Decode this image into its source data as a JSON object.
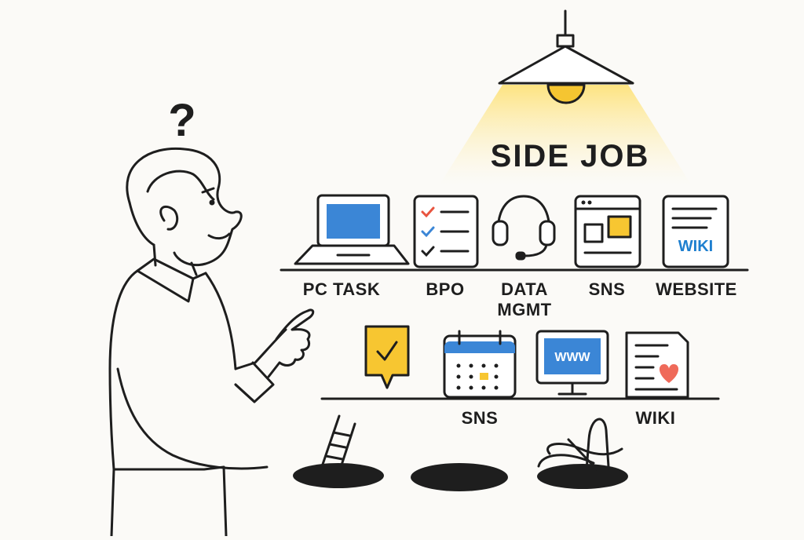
{
  "title": "SIDE JOB",
  "question_mark": "?",
  "top_shelf": {
    "items": [
      {
        "label": "PC TASK",
        "icon": "laptop-icon"
      },
      {
        "label": "BPO",
        "icon": "checklist-icon"
      },
      {
        "label_line1": "DATA",
        "label_line2": "MGMT",
        "icon": "headset-icon"
      },
      {
        "label": "SNS",
        "icon": "browser-window-icon"
      },
      {
        "label": "WEBSITE",
        "icon": "wiki-document-icon",
        "icon_text": "WIKI"
      }
    ]
  },
  "bottom_shelf": {
    "items": [
      {
        "label": "",
        "icon": "check-flag-icon"
      },
      {
        "label": "SNS",
        "icon": "calendar-icon"
      },
      {
        "label": "",
        "icon": "monitor-icon",
        "icon_text": "WWW"
      },
      {
        "label": "WIKI",
        "icon": "document-heart-icon"
      }
    ]
  },
  "holes": [
    "hole-with-ladder",
    "empty-hole",
    "hole-with-tangle"
  ],
  "colors": {
    "accent_blue": "#3b86d6",
    "accent_yellow": "#f7c631",
    "accent_red": "#e8543f",
    "heart": "#ef6a5a",
    "light_glow": "#fde68a",
    "ink": "#1e1e1e"
  }
}
